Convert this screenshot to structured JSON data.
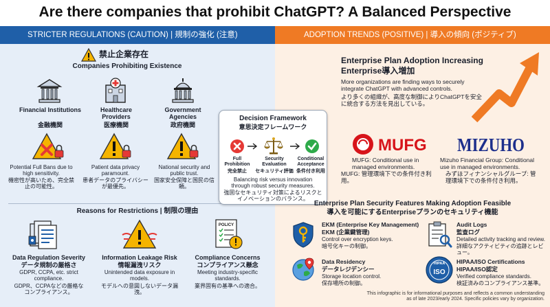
{
  "title": "Are there companies that prohibit ChatGPT? A Balanced Perspective",
  "left_header": "STRICTER REGULATIONS (CAUTION) | 規制の強化 (注意)",
  "right_header": "ADOPTION TRENDS (POSITIVE) | 導入の傾向 (ポジティブ)",
  "prohibiting": {
    "heading_jp": "禁止企業存在",
    "heading_en": "Companies Prohibiting Existence",
    "sectors": [
      {
        "name_en": "Financial Institutions",
        "name_jp": "金融機関",
        "desc_en": "Potential Full Bans due to high sensitivity.",
        "desc_jp": "機密性が高いため、完全禁止の可能性。"
      },
      {
        "name_en": "Healthcare Providers",
        "name_jp": "医療機関",
        "desc_en": "Patient data privacy paramount.",
        "desc_jp": "患者データのプライバシーが最優先。"
      },
      {
        "name_en": "Government Agencies",
        "name_jp": "政府機関",
        "desc_en": "National security and public trust.",
        "desc_jp": "国家安全保障と国民の信頼。"
      }
    ]
  },
  "reasons": {
    "heading": "Reasons for Restrictions | 制限の理由",
    "items": [
      {
        "title_en": "Data Regulation Severity",
        "title_jp": "データ規制の厳格さ",
        "desc_en": "GDPR, CCPA, etc. strict compliance.",
        "desc_jp": "GDPR、CCPAなどの厳格なコンプライアンス。"
      },
      {
        "title_en": "Information Leakage Risk",
        "title_jp": "情報漏洩リスク",
        "desc_en": "Unintended data exposure in models.",
        "desc_jp": "モデルへの意図しないデータ漏洩。"
      },
      {
        "title_en": "Compliance Concerns",
        "title_jp": "コンプライアンス懸念",
        "desc_en": "Meeting industry-specific standards.",
        "desc_jp": "業界固有の基準への適合。"
      }
    ],
    "policy_label": "POLICY"
  },
  "framework": {
    "title_en": "Decision Framework",
    "title_jp": "意思決定フレームワーク",
    "steps": [
      {
        "en": "Full Prohibition",
        "jp": "完全禁止"
      },
      {
        "en": "Security Evaluation",
        "jp": "セキュリティ評価"
      },
      {
        "en": "Conditional Acceptance",
        "jp": "条件付き利用"
      }
    ],
    "desc_en": "Balancing risk versus innovation through robust security measures.",
    "desc_jp": "強固なセキュリティ対策によるリスクとイノベーションのバランス。"
  },
  "adoption": {
    "title_en": "Enterprise Plan Adoption Increasing",
    "title_jp": "Enterprise導入増加",
    "desc_en": "More organizations are finding ways to securely integrate ChatGPT with advanced controls.",
    "desc_jp": "より多くの組織が、高度な制御によりChatGPTを安全に統合する方法を見出している。"
  },
  "companies": [
    {
      "logo": "MUFG",
      "desc_en": "MUFG: Conditional use in managed environments.",
      "desc_jp": "MUFG: 管理環境下での条件付き利用。",
      "color": "#d7141a"
    },
    {
      "logo": "MIZUHO",
      "desc_en": "Mizuho Financial Group: Conditional use in managed environments.",
      "desc_jp": "みずほフィナンシャルグループ: 管理環境下での条件付き利用。",
      "color": "#1d2f8c"
    }
  ],
  "features": {
    "heading_en": "Enterprise Plan Security Features Making Adoption Feasible",
    "heading_jp": "導入を可能にするEnterpriseプランのセキュリティ機能",
    "items": [
      {
        "title_en": "EKM (Enterprise Key Management)",
        "title_jp": "EKM (企業鍵管理)",
        "desc_en": "Control over encryption keys.",
        "desc_jp": "暗号化キーの制御。"
      },
      {
        "title_en": "Audit Logs",
        "title_jp": "監査ログ",
        "desc_en": "Detailed activity tracking and review.",
        "desc_jp": "詳細なアクティビティの追跡とレビュー。"
      },
      {
        "title_en": "Data Residency",
        "title_jp": "データレジデンシー",
        "desc_en": "Storage location control.",
        "desc_jp": "保存場所の制御。"
      },
      {
        "title_en": "HIPAA/ISO Certifications",
        "title_jp": "HIPAA/ISO認定",
        "desc_en": "Verified compliance standards.",
        "desc_jp": "検証済みのコンプライアンス基準。"
      }
    ],
    "badge_hipaa": "HIPAA",
    "badge_iso": "ISO"
  },
  "footnote": "This infographic is for informational purposes and reflects a common understanding as of late 2023/early 2024. Specific policies vary by organization.",
  "colors": {
    "left_bar": "#1f5fa8",
    "right_bar": "#ef7a24",
    "left_bg": "#e6eef8",
    "right_bg": "#fdf0e4",
    "danger": "#e53935",
    "warning": "#f5b400",
    "success": "#2eaa4a"
  }
}
